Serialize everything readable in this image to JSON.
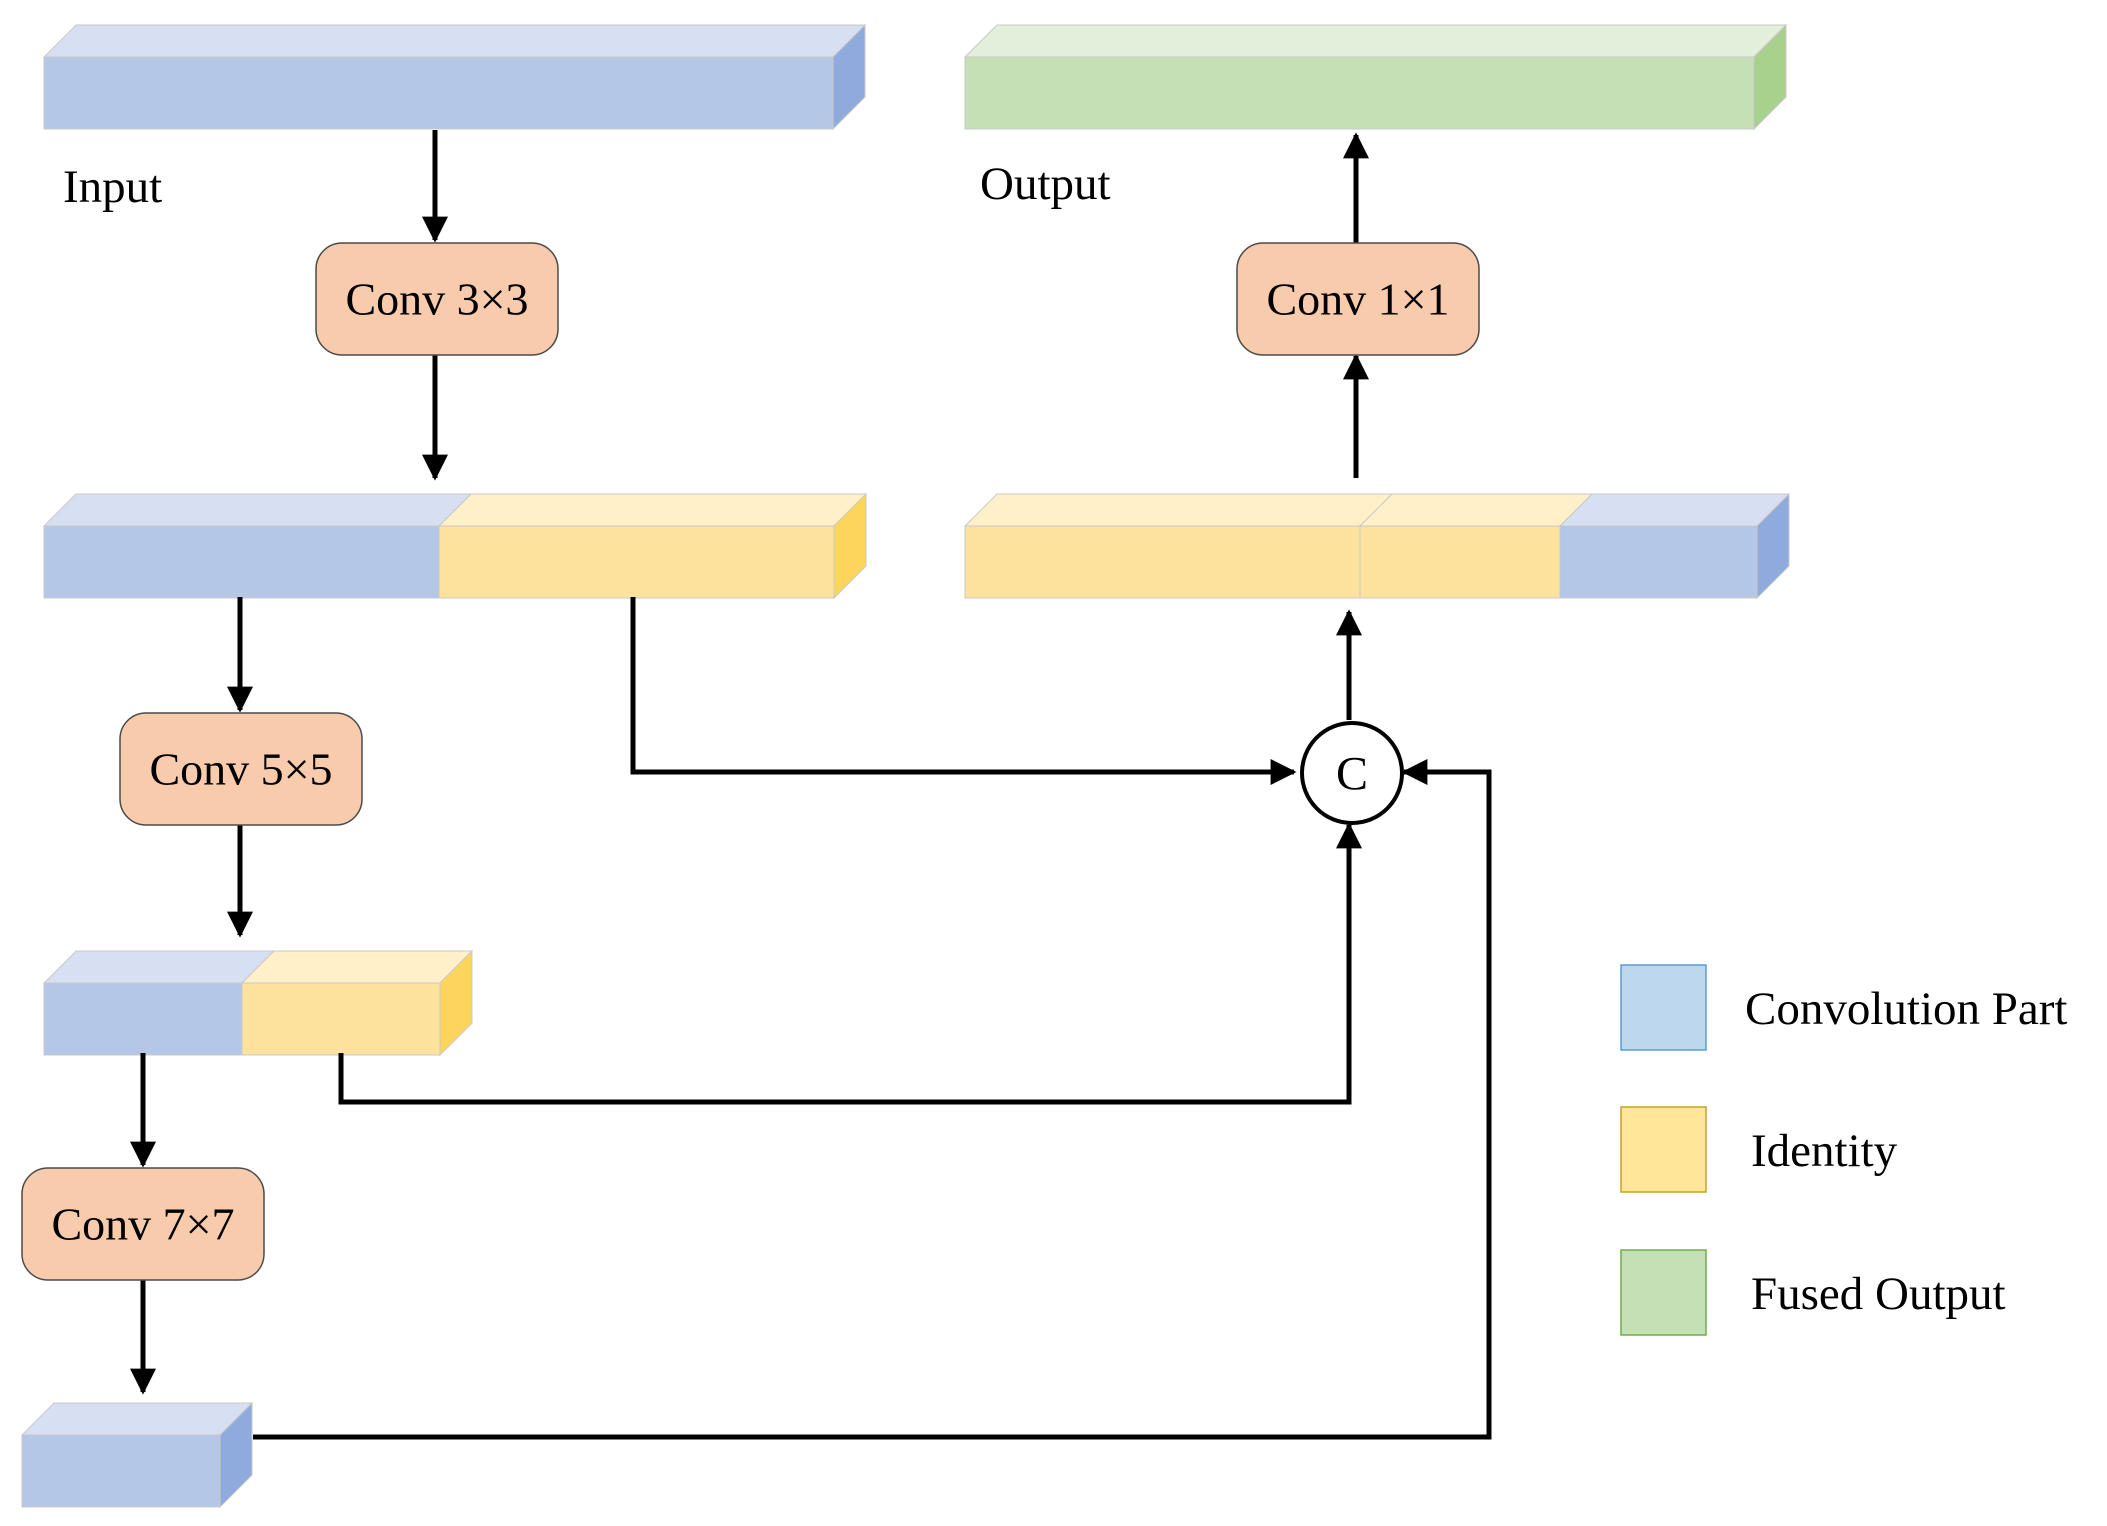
{
  "colors": {
    "conv_front": "#b4c7e7",
    "conv_top": "#d7dff2",
    "conv_side": "#8faadc",
    "identity_front": "#fde29d",
    "identity_top": "#fff0c9",
    "identity_side": "#fdd55a",
    "fused_front": "#c5e0b4",
    "fused_top": "#e2efda",
    "fused_side": "#a9d18e",
    "conv_box_fill": "#f8cbad",
    "legend_conv": "#bdd7ee",
    "legend_identity": "#ffe699",
    "legend_fused": "#c5e0b4",
    "line": "#000000"
  },
  "labels": {
    "input": "Input",
    "output": "Output",
    "concat": "C"
  },
  "conv_blocks": {
    "conv3": "Conv 3×3",
    "conv5": "Conv 5×5",
    "conv7": "Conv 7×7",
    "conv1": "Conv 1×1"
  },
  "legend": [
    {
      "label": "Convolution Part",
      "swatch": "legend_conv"
    },
    {
      "label": "Identity",
      "swatch": "legend_identity"
    },
    {
      "label": "Fused Output",
      "swatch": "legend_fused"
    }
  ]
}
